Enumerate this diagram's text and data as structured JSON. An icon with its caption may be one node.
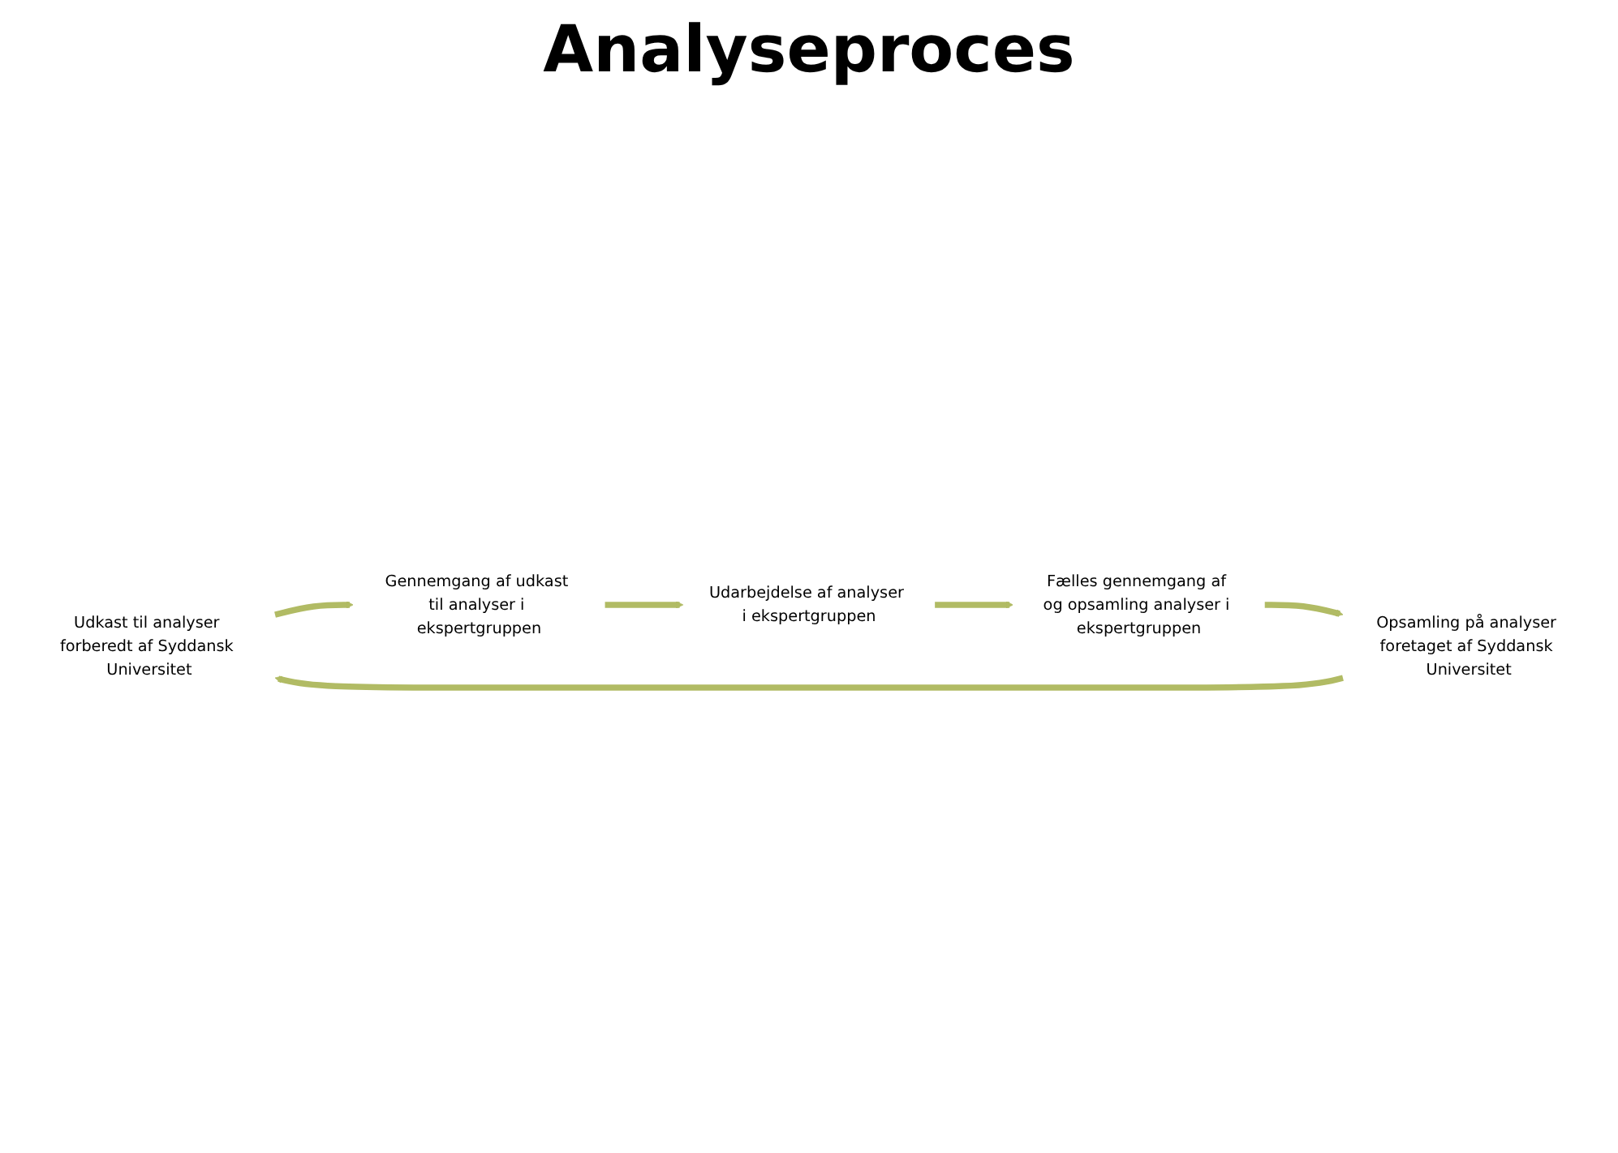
{
  "diagram": {
    "title": "Analyseproces",
    "nodes": [
      {
        "text": [
          "Udkast til analyser forberedt af Syddansk Universitet"
        ]
      },
      {
        "text": [
          "Gennemgang af udkast til analyser i ekspertgruppen"
        ]
      },
      {
        "text": [
          "Udarbejdelse af analyser i ekspertgruppen"
        ]
      },
      {
        "text": [
          "Fælles gennemgang af og opsamling analyser i ekspertgruppen"
        ]
      },
      {
        "text": [
          "Opsamling på analyser foretaget af Syddansk Universitet"
        ]
      }
    ],
    "edges": [
      {
        "from": 0,
        "to": 1,
        "arrow": "to"
      },
      {
        "from": 1,
        "to": 2,
        "arrow": "to"
      },
      {
        "from": 2,
        "to": 3,
        "arrow": "to"
      },
      {
        "from": 3,
        "to": 4,
        "arrow": "to"
      },
      {
        "from": 4,
        "to": 0,
        "arrow": "to"
      }
    ]
  }
}
